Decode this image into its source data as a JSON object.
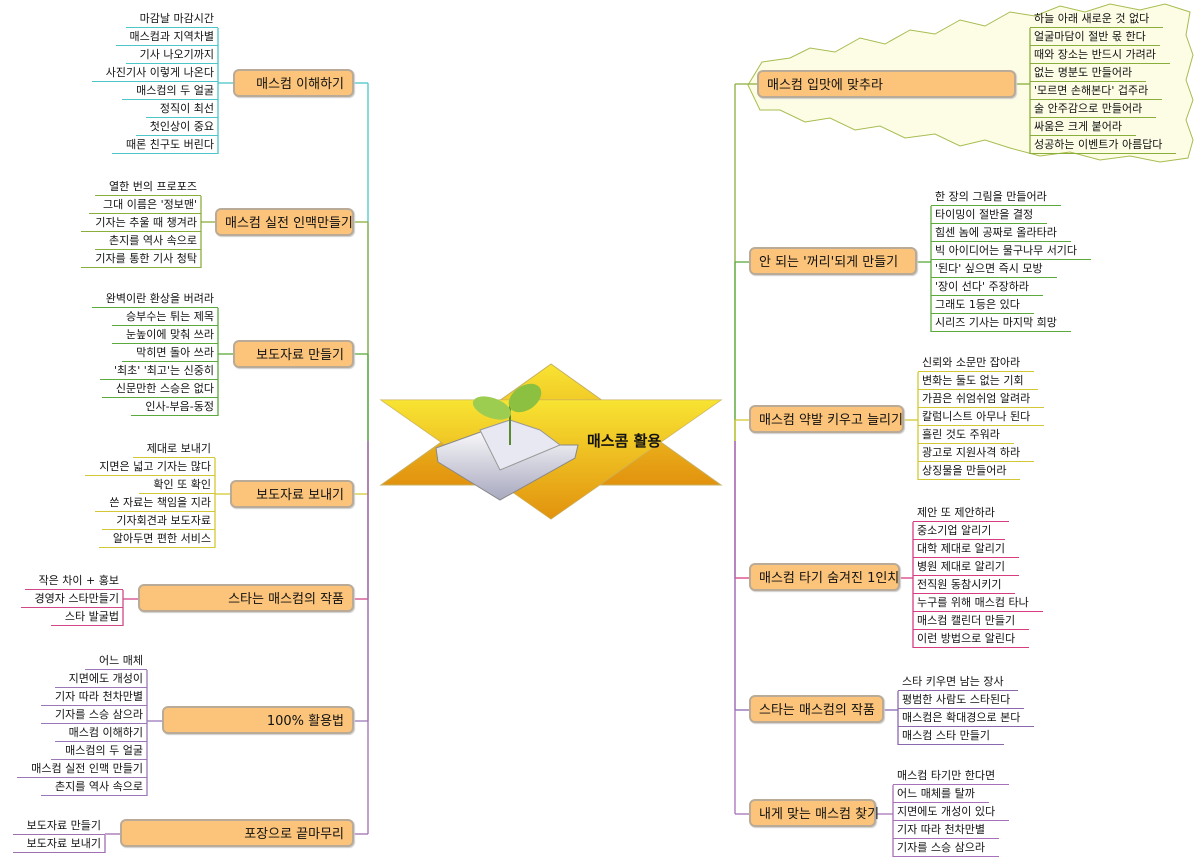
{
  "center": {
    "title": "매스콤 활용",
    "icon": "book-sprout-icon"
  },
  "colors": {
    "node_fill": "#fbc47a",
    "center_star_top": "#f7de30",
    "center_star_bottom": "#e49a10",
    "cloud_fill": "#fdfde6"
  },
  "left": [
    {
      "label": "매스컴 이해하기",
      "color": "#4cc6c8",
      "children": [
        "마감날 마감시간",
        "매스컴과 지역차별",
        "기사 나오기까지",
        "사진기사 이렇게 나온다",
        "매스컴의 두 얼굴",
        "정직이 최선",
        "첫인상이 중요",
        "때론 친구도 버린다"
      ]
    },
    {
      "label": "매스컴 실전 인맥만들기",
      "color": "#8aae3c",
      "children": [
        "열한 번의 프로포즈",
        "그대 이름은 '정보맨'",
        "기자는 추울 때 챙겨라",
        "촌지를 역사 속으로",
        "기자를 통한 기사 청탁"
      ]
    },
    {
      "label": "보도자료 만들기",
      "color": "#5aaa3c",
      "children": [
        "완벽이란 환상을 버려라",
        "승부수는 튀는 제목",
        "눈높이에 맞춰 쓰라",
        "막히면 돌아 쓰라",
        "'최초' '최고'는 신중히",
        "신문만한 스승은 없다",
        "인사-부음-동정"
      ]
    },
    {
      "label": "보도자료 보내기",
      "color": "#d2c834",
      "children": [
        "제대로 보내기",
        "지면은 넓고 기자는 많다",
        "확인 또 확인",
        "쓴 자료는 책임을 지라",
        "기자회견과 보도자료",
        "알아두면 편한 서비스"
      ]
    },
    {
      "label": "스타는 매스컴의 작품",
      "color": "#d04888",
      "children": [
        "작은 차이 + 홍보",
        "경영자 스타만들기",
        "스타 발굴법"
      ]
    },
    {
      "label": "100% 활용법",
      "color": "#9a78b8",
      "children": [
        "어느 매체",
        "지면에도 개성이",
        "기자 따라 천차만별",
        "기자를 스승 삼으라",
        "매스컴 이해하기",
        "매스컴의 두 얼굴",
        "매스컴 실전 인맥 만들기",
        "촌지를 역사 속으로"
      ]
    },
    {
      "label": "포장으로 끝마무리",
      "color": "#a070b0",
      "children": [
        "보도자료 만들기",
        "보도자료 보내기"
      ]
    }
  ],
  "right": [
    {
      "label": "매스컴 입맛에 맞추라",
      "color": "#8aae3c",
      "children": [
        "하늘 아래 새로운 것 없다",
        "얼굴마담이 절반 몫 한다",
        "때와 장소는 반드시 가려라",
        "없는 명분도 만들어라",
        "'모르면 손해본다' 겁주라",
        "술 안주감으로 만들어라",
        "싸움은 크게 붙어라",
        "성공하는 이벤트가 아름답다"
      ]
    },
    {
      "label": "안 되는 '꺼리'되게 만들기",
      "color": "#5aaa3c",
      "children": [
        "한 장의 그림을 만들어라",
        "타이밍이 절반을 결정",
        "힘센 놈에 공짜로 올라타라",
        "빅 아이디어는 물구나무 서기다",
        "'된다' 싶으면 즉시 모방",
        "'장이 선다' 주장하라",
        "그래도 1등은 있다",
        "시리즈 기사는 마지막 희망"
      ]
    },
    {
      "label": "매스컴 약발 키우고 늘리기",
      "color": "#d2c834",
      "children": [
        "신뢰와 소문만 잡아라",
        "변화는 둘도 없는 기회",
        "가끔은 쉬엄쉬엄 알려라",
        "칼럼니스트 아무나 된다",
        "흘린 것도 주워라",
        "광고로 지원사격 하라",
        "상징물을 만들어라"
      ]
    },
    {
      "label": "매스컴 타기 숨겨진 1인치",
      "color": "#d83c80",
      "children": [
        "제안 또 제안하라",
        "중소기업 알리기",
        "대학 제대로 알리기",
        "병원 제대로 알리기",
        "전직원 동참시키기",
        "누구를 위해 매스컴 타나",
        "매스컴 캘린더 만들기",
        "이런 방법으로 알린다"
      ]
    },
    {
      "label": "스타는 매스컴의 작품",
      "color": "#8a68b0",
      "children": [
        "스타 키우면 남는 장사",
        "평범한 사람도 스타된다",
        "매스컴은 확대경으로 본다",
        "매스컴 스타 만들기"
      ]
    },
    {
      "label": "내게 맞는 매스컴 찾기",
      "color": "#a870b8",
      "children": [
        "매스컴 타기만 한다면",
        "어느 매체를 탈까",
        "지면에도 개성이 있다",
        "기자 따라 천차만별",
        "기자를 스승 삼으라"
      ]
    }
  ]
}
